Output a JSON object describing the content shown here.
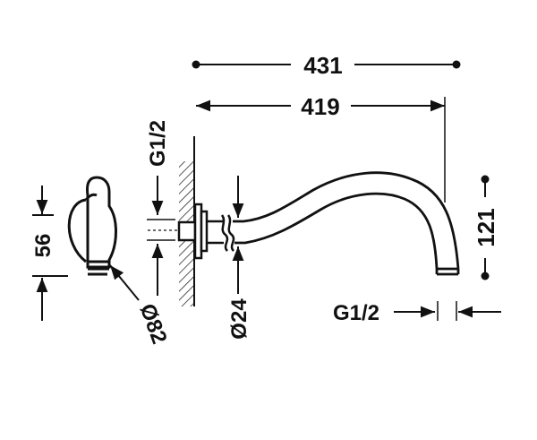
{
  "dimensions": {
    "overall_length": "431",
    "arm_length": "419",
    "arm_drop": "121",
    "flange_height": "56",
    "flange_diameter": "Ø82",
    "pipe_diameter": "Ø24",
    "wall_thread": "G1/2",
    "outlet_thread": "G1/2"
  },
  "colors": {
    "line": "#111111",
    "background": "#ffffff"
  }
}
